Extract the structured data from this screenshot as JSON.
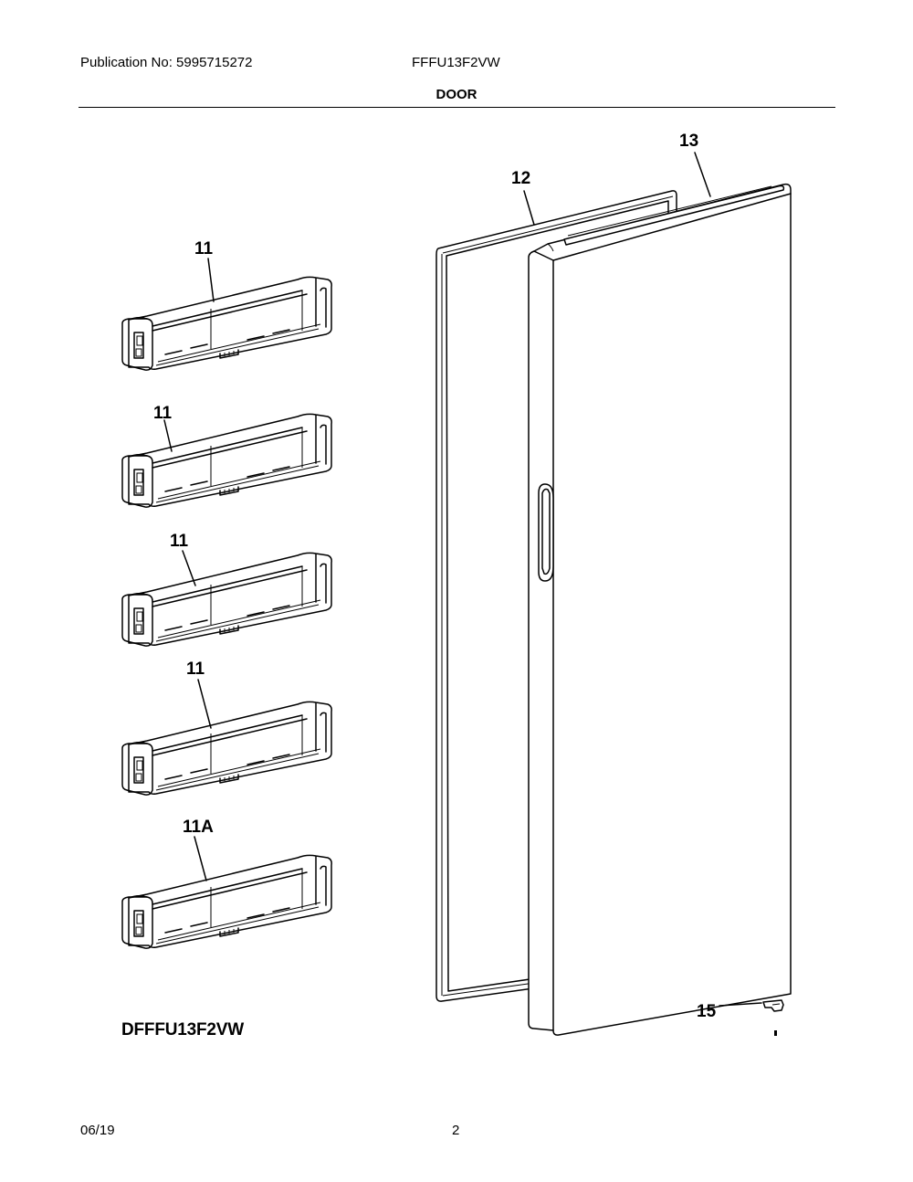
{
  "header": {
    "publication": "Publication No: 5995715272",
    "model": "FFFU13F2VW",
    "section_title": "DOOR"
  },
  "callouts": {
    "door_gasket": "12",
    "door_panel": "13",
    "shelf_1": "11",
    "shelf_2": "11",
    "shelf_3": "11",
    "shelf_4": "11",
    "shelf_bottom": "11A",
    "hinge_part": "15"
  },
  "diagram_code": "DFFFU13F2VW",
  "footer": {
    "date": "06/19",
    "page": "2"
  }
}
